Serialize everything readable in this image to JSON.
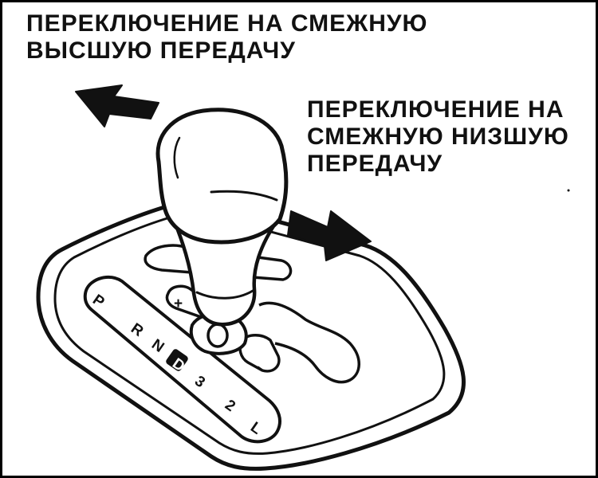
{
  "upshift_caption": {
    "lines": [
      "ПЕРЕКЛЮЧЕНИЕ НА СМЕЖНУЮ",
      "ВЫСШУЮ ПЕРЕДАЧУ"
    ]
  },
  "downshift_caption": {
    "lines": [
      "ПЕРЕКЛЮЧЕНИЕ НА",
      "СМЕЖНУЮ НИЗШУЮ",
      "ПЕРЕДАЧУ"
    ]
  },
  "gate": {
    "positions": [
      "P",
      "R",
      "N",
      "D",
      "3",
      "2",
      "L"
    ],
    "manual_plus": "+",
    "manual_minus": "−",
    "selected": "D"
  },
  "icons": {
    "upshift_arrow": "arrow-up-left-icon",
    "downshift_arrow": "arrow-down-right-icon"
  },
  "colors": {
    "ink": "#111111",
    "paper": "#ffffff"
  }
}
